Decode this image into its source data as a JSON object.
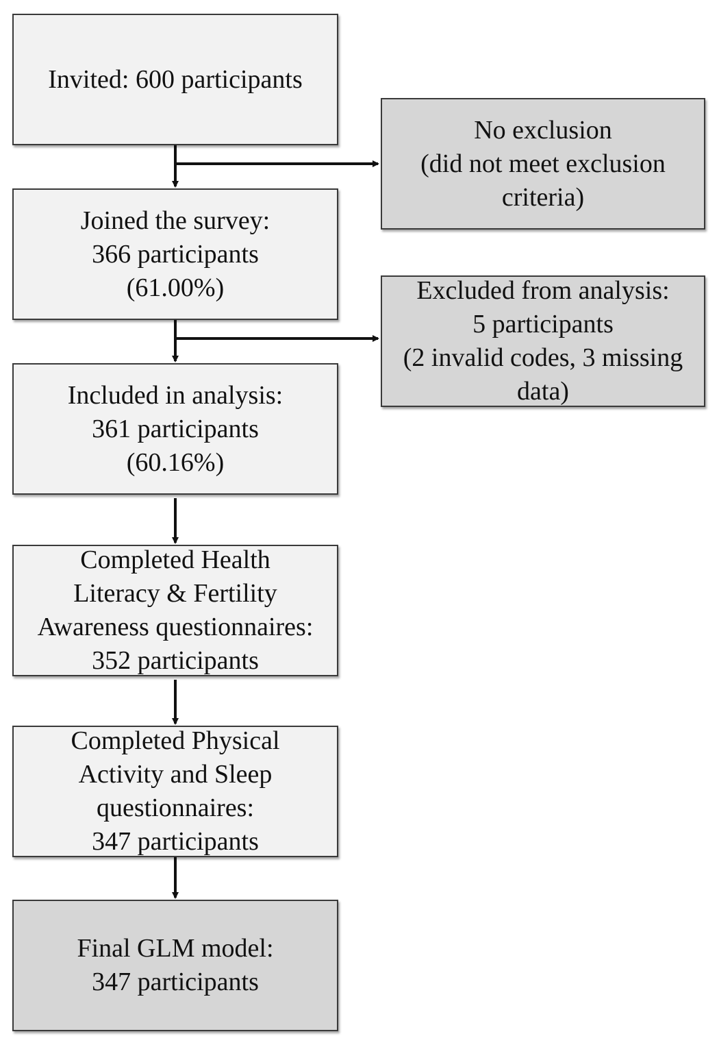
{
  "flow": {
    "invited": {
      "lines": [
        "Invited: 600 participants"
      ]
    },
    "joined": {
      "lines": [
        "Joined the survey:",
        "366 participants",
        "(61.00%)"
      ]
    },
    "included": {
      "lines": [
        "Included in analysis:",
        "361 participants",
        "(60.16%)"
      ]
    },
    "completed_hl": {
      "lines": [
        "Completed Health",
        "Literacy & Fertility",
        "Awareness questionnaires:",
        "352 participants"
      ]
    },
    "completed_pa": {
      "lines": [
        "Completed Physical",
        "Activity and Sleep",
        "questionnaires:",
        "347 participants"
      ]
    },
    "final": {
      "lines": [
        "Final GLM model:",
        "347 participants"
      ]
    }
  },
  "side": {
    "no_exclusion": {
      "lines": [
        "No exclusion",
        "(did not meet exclusion",
        "criteria)"
      ]
    },
    "excluded": {
      "lines": [
        "Excluded from analysis:",
        "5 participants",
        "(2 invalid codes, 3 missing",
        "data)"
      ]
    }
  },
  "colors": {
    "light_box": "#f2f2f2",
    "dark_box": "#d6d6d6",
    "border": "#3a3a3a",
    "arrow": "#111111"
  }
}
